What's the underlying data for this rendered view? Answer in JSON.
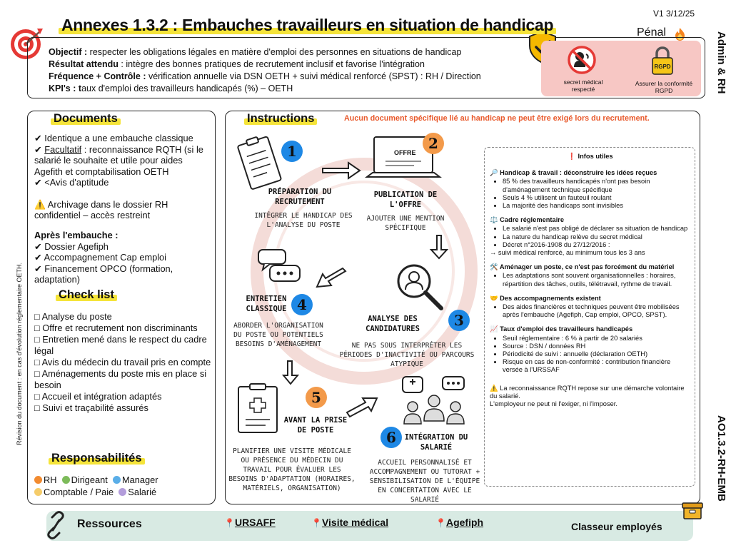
{
  "header": {
    "title": "Annexes 1.3.2 : Embauches travailleurs en situation de handicap",
    "version": "V1 3/12/25",
    "penal": "Pénal",
    "side_label": "Admin & RH",
    "code": "AO1.3.2-RH-EMB",
    "revision_note": "Révision du document : en cas d'évolution réglementaire OETH.",
    "objectif_label": "Objectif :",
    "objectif": "respecter les obligations légales en matière d'emploi des personnes en situations de handicap",
    "resultat_label": "Résultat attendu",
    "resultat": ": intègre des bonnes pratiques de recrutement inclusif  et favorise l'intégration",
    "frequence_label": "Fréquence + Contrôle :",
    "frequence": "vérification annuelle via DSN OETH + suivi médical renforcé (SPST) : RH / Direction",
    "kpi_label": "KPI's :",
    "kpi_t": "t",
    "kpi": "aux d'emploi des travailleurs handicapés (%) – OETH",
    "medical_label": "secret médical respecté",
    "rgpd_tag": "RGPD",
    "rgpd_label": "Assurer la conformité RGPD"
  },
  "documents": {
    "title": "Documents",
    "check": "✔",
    "item1": "Identique a une embauche classique",
    "item2_u": "Facultatif",
    "item2": " : reconnaissance RQTH (si le salarié le souhaite et utile pour aides Agefith et comptabilisation OETH",
    "item3": "<Avis d'aptitude",
    "warning": "⚠️",
    "archive": "Archivage dans le dossier RH confidentiel – accès restreint",
    "after_title": "Après l'embauche :",
    "after": [
      "Dossier Agefiph",
      "Accompagnement Cap emploi",
      "Financement OPCO (formation, adaptation)"
    ]
  },
  "checklist": {
    "title": "Check list",
    "box": "□",
    "items": [
      "Analyse du poste",
      "Offre et recrutement non discriminants",
      "Entretien mené dans le respect du cadre légal",
      "Avis du médecin du travail pris en compte",
      "Aménagements du poste mis en place si besoin",
      "Accueil et intégration adaptés",
      "Suivi et traçabilité assurés"
    ]
  },
  "responsabilites": {
    "title": "Responsabilités",
    "roles": [
      {
        "label": "RH",
        "color": "#f28b30"
      },
      {
        "label": "Dirigeant",
        "color": "#7dbb5a"
      },
      {
        "label": "Manager",
        "color": "#5aaee8"
      },
      {
        "label": "Comptable / Paie",
        "color": "#f5cc6a"
      },
      {
        "label": "Salarié",
        "color": "#b39ddb"
      }
    ]
  },
  "instructions": {
    "title": "Instructions",
    "note": "Aucun document spécifique lié au handicap ne peut être exigé lors du recrutement.",
    "offre_tag": "OFFRE",
    "steps": [
      {
        "num": "1",
        "title": "PRÉPARATION DU RECRUTEMENT",
        "desc": "INTÉGRER LE HANDICAP DES L'ANALYSE DU POSTE"
      },
      {
        "num": "2",
        "title": "PUBLICATION DE L'OFFRE",
        "desc": "AJOUTER UNE MENTION SPÉCIFIQUE"
      },
      {
        "num": "3",
        "title": "ANALYSE DES CANDIDATURES",
        "desc": "NE PAS SOUS INTERPRÉTER LES PÉRIODES D'INACTIVITÉ OU PARCOURS ATYPIQUE"
      },
      {
        "num": "4",
        "title": "ENTRETIEN CLASSIQUE",
        "desc": "ABORDER L'ORGANISATION DU POSTE OU POTENTIELS BESOINS D'AMÉNAGEMENT"
      },
      {
        "num": "5",
        "title": "AVANT LA PRISE DE POSTE",
        "desc": "PLANIFIER UNE VISITE MÉDICALE OU PRÉSENCE DU MÉDECIN DU TRAVAIL POUR ÉVALUER LES BESOINS D'ADAPTATION (HORAIRES, MATÉRIELS, ORGANISATION)"
      },
      {
        "num": "6",
        "title": "INTÉGRATION DU SALARIÉ",
        "desc": "ACCUEIL PERSONNALISÉ ET ACCOMPAGNEMENT OU TUTORAT + SENSIBILISATION DE L'ÉQUIPE EN CONCERTATION AVEC LE SALARIÉ"
      }
    ]
  },
  "infos": {
    "title": "❗ Infos utiles",
    "s1_title": "🔎 Handicap & travail : déconstruire les idées reçues",
    "s1": [
      "85 % des travailleurs handicapés n'ont pas besoin d'aménagement technique spécifique",
      "Seuls 4 % utilisent un fauteuil roulant",
      "La majorité des handicaps sont invisibles"
    ],
    "s2_title": "⚖️ Cadre réglementaire",
    "s2": [
      "Le salarié n'est pas obligé de déclarer sa situation de handicap",
      "La nature du handicap relève du secret médical",
      "Décret n°2016-1908 du 27/12/2016 :"
    ],
    "s2_extra": "→ suivi médical renforcé, au minimum tous les 3 ans",
    "s3_title": "🛠️ Aménager un poste, ce n'est pas forcément du matériel",
    "s3": [
      "Les adaptations sont souvent organisationnelles : horaires, répartition des tâches, outils, télétravail, rythme de travail."
    ],
    "s4_title": "🤝 Des accompagnements existent",
    "s4": [
      "Des aides financières et techniques peuvent être mobilisées après l'embauche (Agefiph, Cap emploi, OPCO, SPST)."
    ],
    "s5_title": "📈 Taux d'emploi des travailleurs handicapés",
    "s5": [
      "Seuil réglementaire : 6 % à partir de 20 salariés",
      "Source : DSN / données RH",
      "Périodicité de suivi : annuelle (déclaration OETH)",
      "Risque en cas de non-conformité : contribution financière versée à l'URSSAF"
    ],
    "warn_line1": "⚠️ La reconnaissance RQTH repose sur une démarche volontaire du salarié.",
    "warn_line2": "L'employeur ne peut ni l'exiger, ni l'imposer."
  },
  "footer": {
    "resources_label": "Ressources",
    "pin": "📍",
    "links": [
      "URSAFF",
      "Visite médical",
      "Agefiph"
    ],
    "classeur": "Classeur employés"
  }
}
